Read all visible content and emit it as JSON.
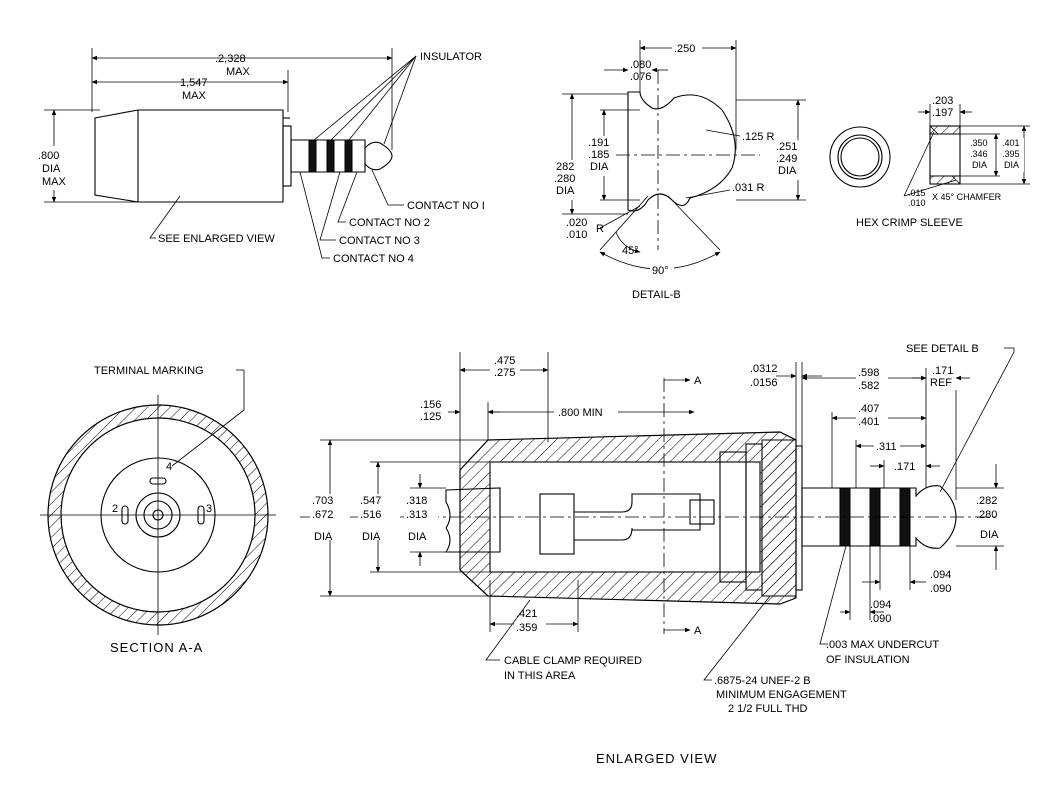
{
  "top_view": {
    "dim_overall": ".2,328",
    "dim_overall_max": "MAX",
    "dim_body": "1,547",
    "dim_body_max": "MAX",
    "dia_value": ".800",
    "dia_label": "DIA",
    "dia_max": "MAX",
    "insulator": "INSULATOR",
    "contact_1": "CONTACT NO I",
    "contact_2": "CONTACT NO 2",
    "contact_3": "CONTACT NO 3",
    "contact_4": "CONTACT NO 4",
    "see_enlarged": "SEE ENLARGED VIEW"
  },
  "detail_b": {
    "dim_250": ".250",
    "dim_080": ".080",
    "dim_076": ".076",
    "r_125": ".125 R",
    "d_191": ".191",
    "d_185": ".185",
    "d_191_dia": "DIA",
    "d_282": "282",
    "d_280": ".280",
    "d_282_dia": "DIA",
    "d_251": ".251",
    "d_249": ".249",
    "d_251_dia": "DIA",
    "r_031": ".031 R",
    "r_020": ".020",
    "r_010": ".010",
    "r_020_r": "R",
    "ang_45": "45°",
    "ang_90": "90°",
    "title": "DETAIL-B"
  },
  "crimp": {
    "d_203": ".203",
    "d_197": ".197",
    "d_350": ".350",
    "d_346": ".346",
    "d_350_dia": "DIA",
    "d_401": ".401",
    "d_395": ".395",
    "d_401_dia": "DIA",
    "chamfer_015": ".015",
    "chamfer_010": ".010",
    "chamfer_label": "X 45° CHAMFER",
    "title": "HEX CRIMP SLEEVE"
  },
  "section": {
    "terminal_marking": "TERMINAL MARKING",
    "mark_2": "2",
    "mark_3": "3",
    "mark_4": "4",
    "title": "SECTION A-A"
  },
  "enlarged": {
    "d_475": ".475",
    "d_275": ".275",
    "d_156": ".156",
    "d_125": ".125",
    "min_800": ".800 MIN",
    "section_a": "A",
    "d_0312": ".0312",
    "d_0156": ".0156",
    "d_598": ".598",
    "d_582": ".582",
    "see_detail_b": "SEE DETAIL B",
    "d_171_ref": ".171",
    "ref": "REF",
    "d_407": ".407",
    "d_401": ".401",
    "d_311": ".311",
    "d_171": ".171",
    "d_703": ".703",
    "d_672": ".672",
    "d_703_dia": "DIA",
    "d_547": ".547",
    "d_516": ".516",
    "d_547_dia": "DIA",
    "d_318": ".318",
    "d_313": ".313",
    "d_318_dia": "DIA",
    "d_282": ".282",
    "d_280": ".280",
    "d_282_dia": "DIA",
    "d_094a": ".094",
    "d_090a": ".090",
    "d_094b": ".094",
    "d_090b": ".090",
    "d_421": ".421",
    "d_359": ".359",
    "undercut_1": ".003 MAX UNDERCUT",
    "undercut_2": "OF INSULATION",
    "clamp_1": "CABLE CLAMP REQUIRED",
    "clamp_2": "IN THIS AREA",
    "thread_1": ".6875-24 UNEF-2 B",
    "thread_2": "MINIMUM ENGAGEMENT",
    "thread_3": "2 1/2 FULL THD",
    "title": "ENLARGED VIEW"
  }
}
